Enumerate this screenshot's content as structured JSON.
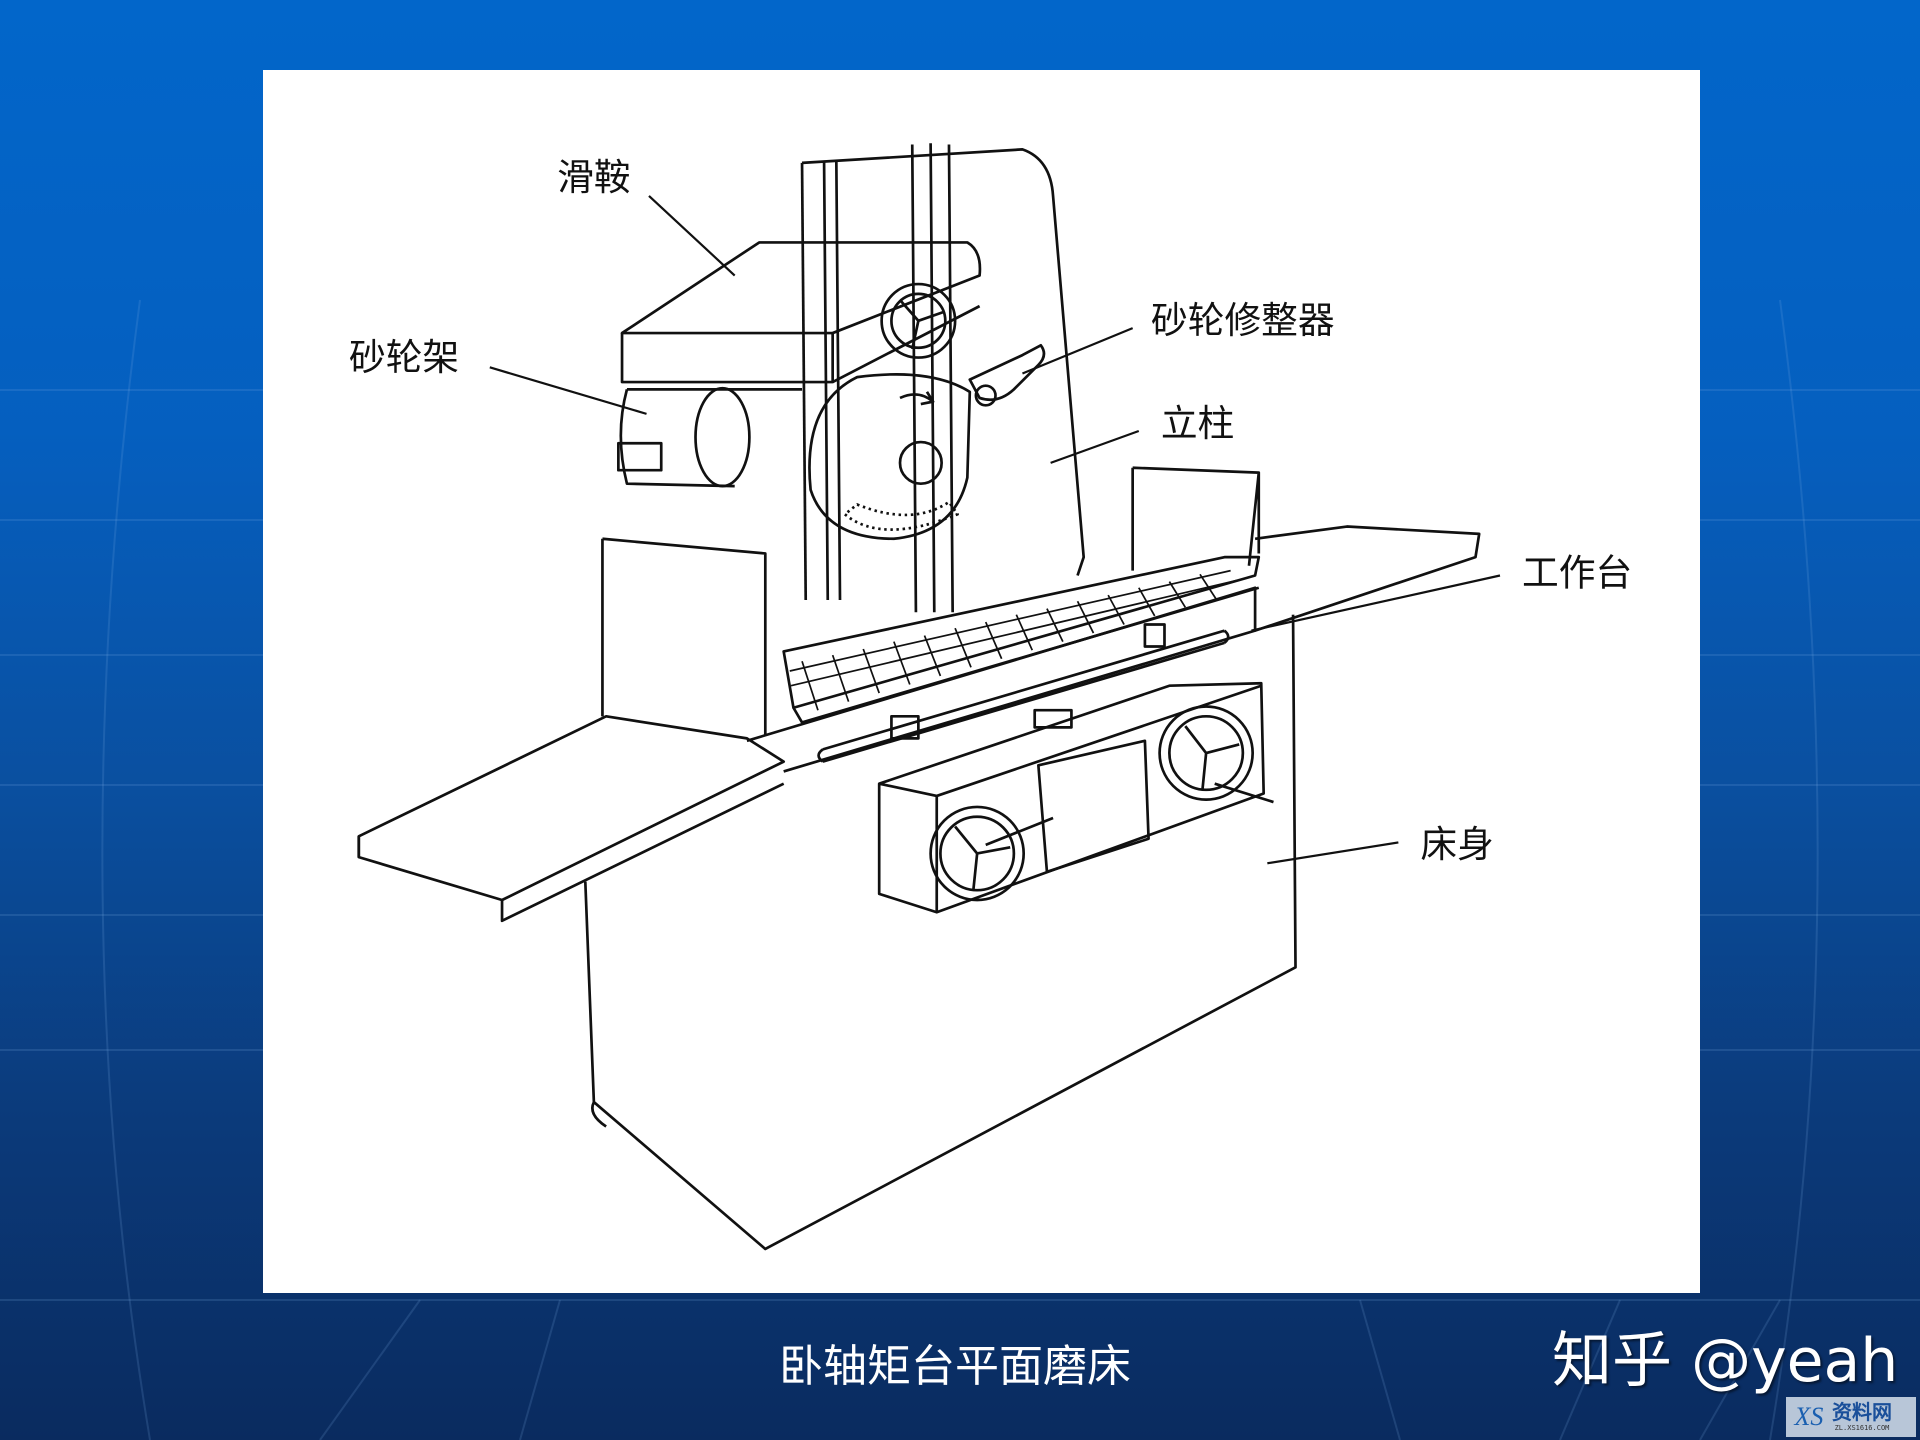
{
  "slide": {
    "labels": {
      "saddle": "滑鞍",
      "wheel_head": "砂轮架",
      "wheel_dresser": "砂轮修整器",
      "column": "立柱",
      "worktable": "工作台",
      "bed": "床身"
    },
    "caption": "卧轴矩台平面磨床"
  },
  "watermark": {
    "credit": "知乎 @yeah",
    "logo_mark": "XS",
    "logo_text": "资料网",
    "logo_url": "ZL.XS1616.COM"
  },
  "colors": {
    "background_top": "#0266ca",
    "background_bottom": "#0a2b5f",
    "panel": "#ffffff",
    "line_art": "#111111"
  }
}
